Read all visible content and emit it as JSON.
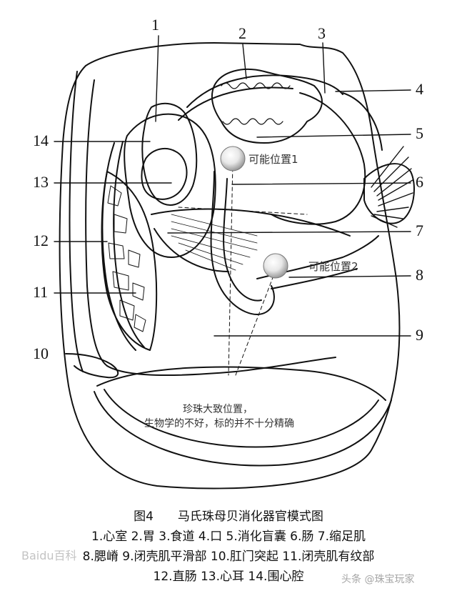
{
  "labels": [
    {
      "num": "1",
      "name": "心室"
    },
    {
      "num": "2",
      "name": "胃"
    },
    {
      "num": "3",
      "name": "食道"
    },
    {
      "num": "4",
      "name": "口"
    },
    {
      "num": "5",
      "name": "消化盲囊"
    },
    {
      "num": "6",
      "name": "肠"
    },
    {
      "num": "7",
      "name": "缩足肌"
    },
    {
      "num": "8",
      "name": "腮嵴"
    },
    {
      "num": "9",
      "name": "闭壳肌平滑部"
    },
    {
      "num": "10",
      "name": "肛门突起"
    },
    {
      "num": "11",
      "name": "闭壳肌有纹部"
    },
    {
      "num": "12",
      "name": "直肠"
    },
    {
      "num": "13",
      "name": "心耳"
    },
    {
      "num": "14",
      "name": "围心腔"
    }
  ],
  "annotations": {
    "pos1": "可能位置1",
    "pos2": "可能位置2",
    "note_line1": "珍珠大致位置，",
    "note_line2": "生物学的不好，标的并不十分精确"
  },
  "caption": {
    "title": "图4　　马氏珠母贝消化器官模式图",
    "legend_line1": "1.心室 2.胃 3.食道 4.口 5.消化盲囊 6.肠 7.缩足肌",
    "legend_line2": "8.腮嵴 9.闭壳肌平滑部 10.肛门突起 11.闭壳肌有纹部",
    "legend_line3": "12.直肠 13.心耳 14.围心腔"
  },
  "watermarks": {
    "left": "Baidu百科",
    "right": "头条 @珠宝玩家"
  }
}
